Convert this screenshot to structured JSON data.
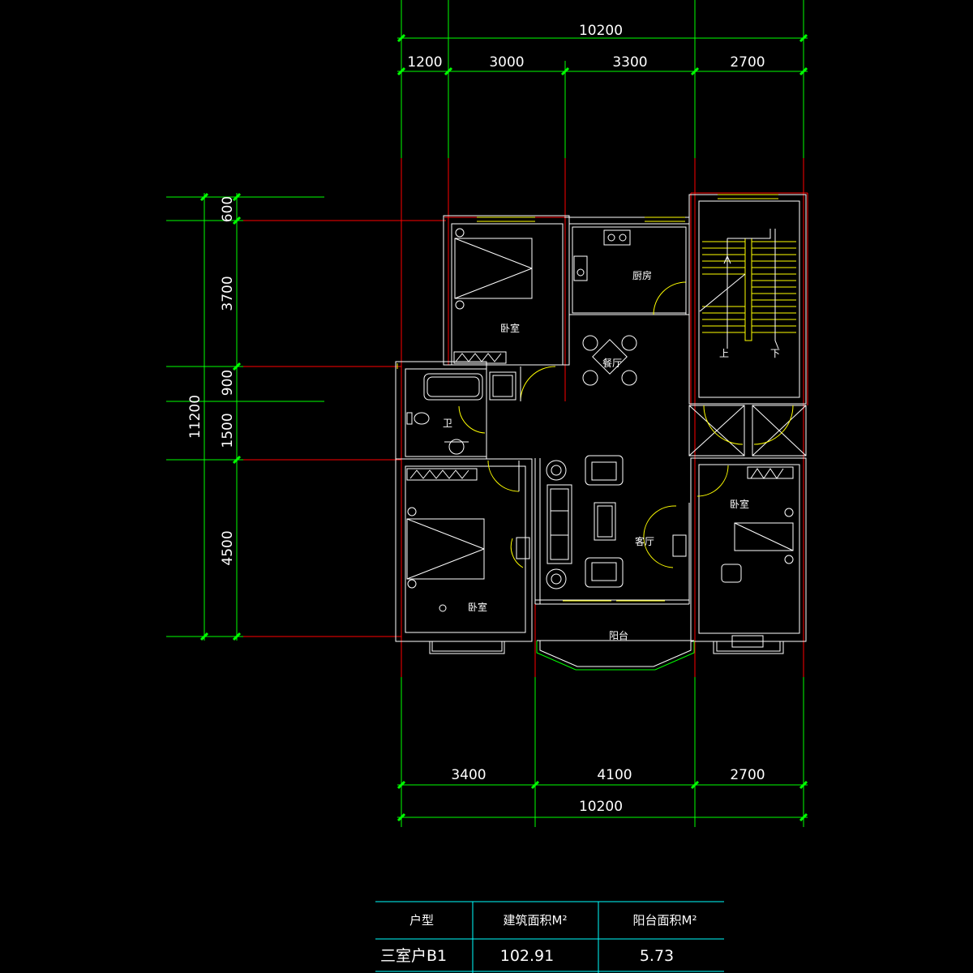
{
  "dimensions": {
    "top_total": "10200",
    "top_segments": [
      "1200",
      "3000",
      "3300",
      "2700"
    ],
    "bottom_segments": [
      "3400",
      "4100",
      "2700"
    ],
    "bottom_total": "10200",
    "left_total": "11200",
    "left_segments": [
      "600",
      "3700",
      "900",
      "1500",
      "4500"
    ]
  },
  "rooms": {
    "bedroom_top": "卧室",
    "kitchen": "厨房",
    "dining": "餐厅",
    "bath": "卫",
    "bedroom_left": "卧室",
    "living": "客厅",
    "bedroom_right": "卧室",
    "balcony": "阳台",
    "stair_up": "上",
    "stair_down": "下"
  },
  "table": {
    "headers": [
      "户型",
      "建筑面积M²",
      "阳台面积M²"
    ],
    "row": [
      "三室户B1",
      "102.91",
      "5.73"
    ]
  },
  "colors": {
    "background": "#000000",
    "dimension_lines": "#00ff00",
    "axis_lines": "#ff0000",
    "walls": "#ffffff",
    "fixtures": "#ffff00",
    "table": "#00ffff"
  }
}
